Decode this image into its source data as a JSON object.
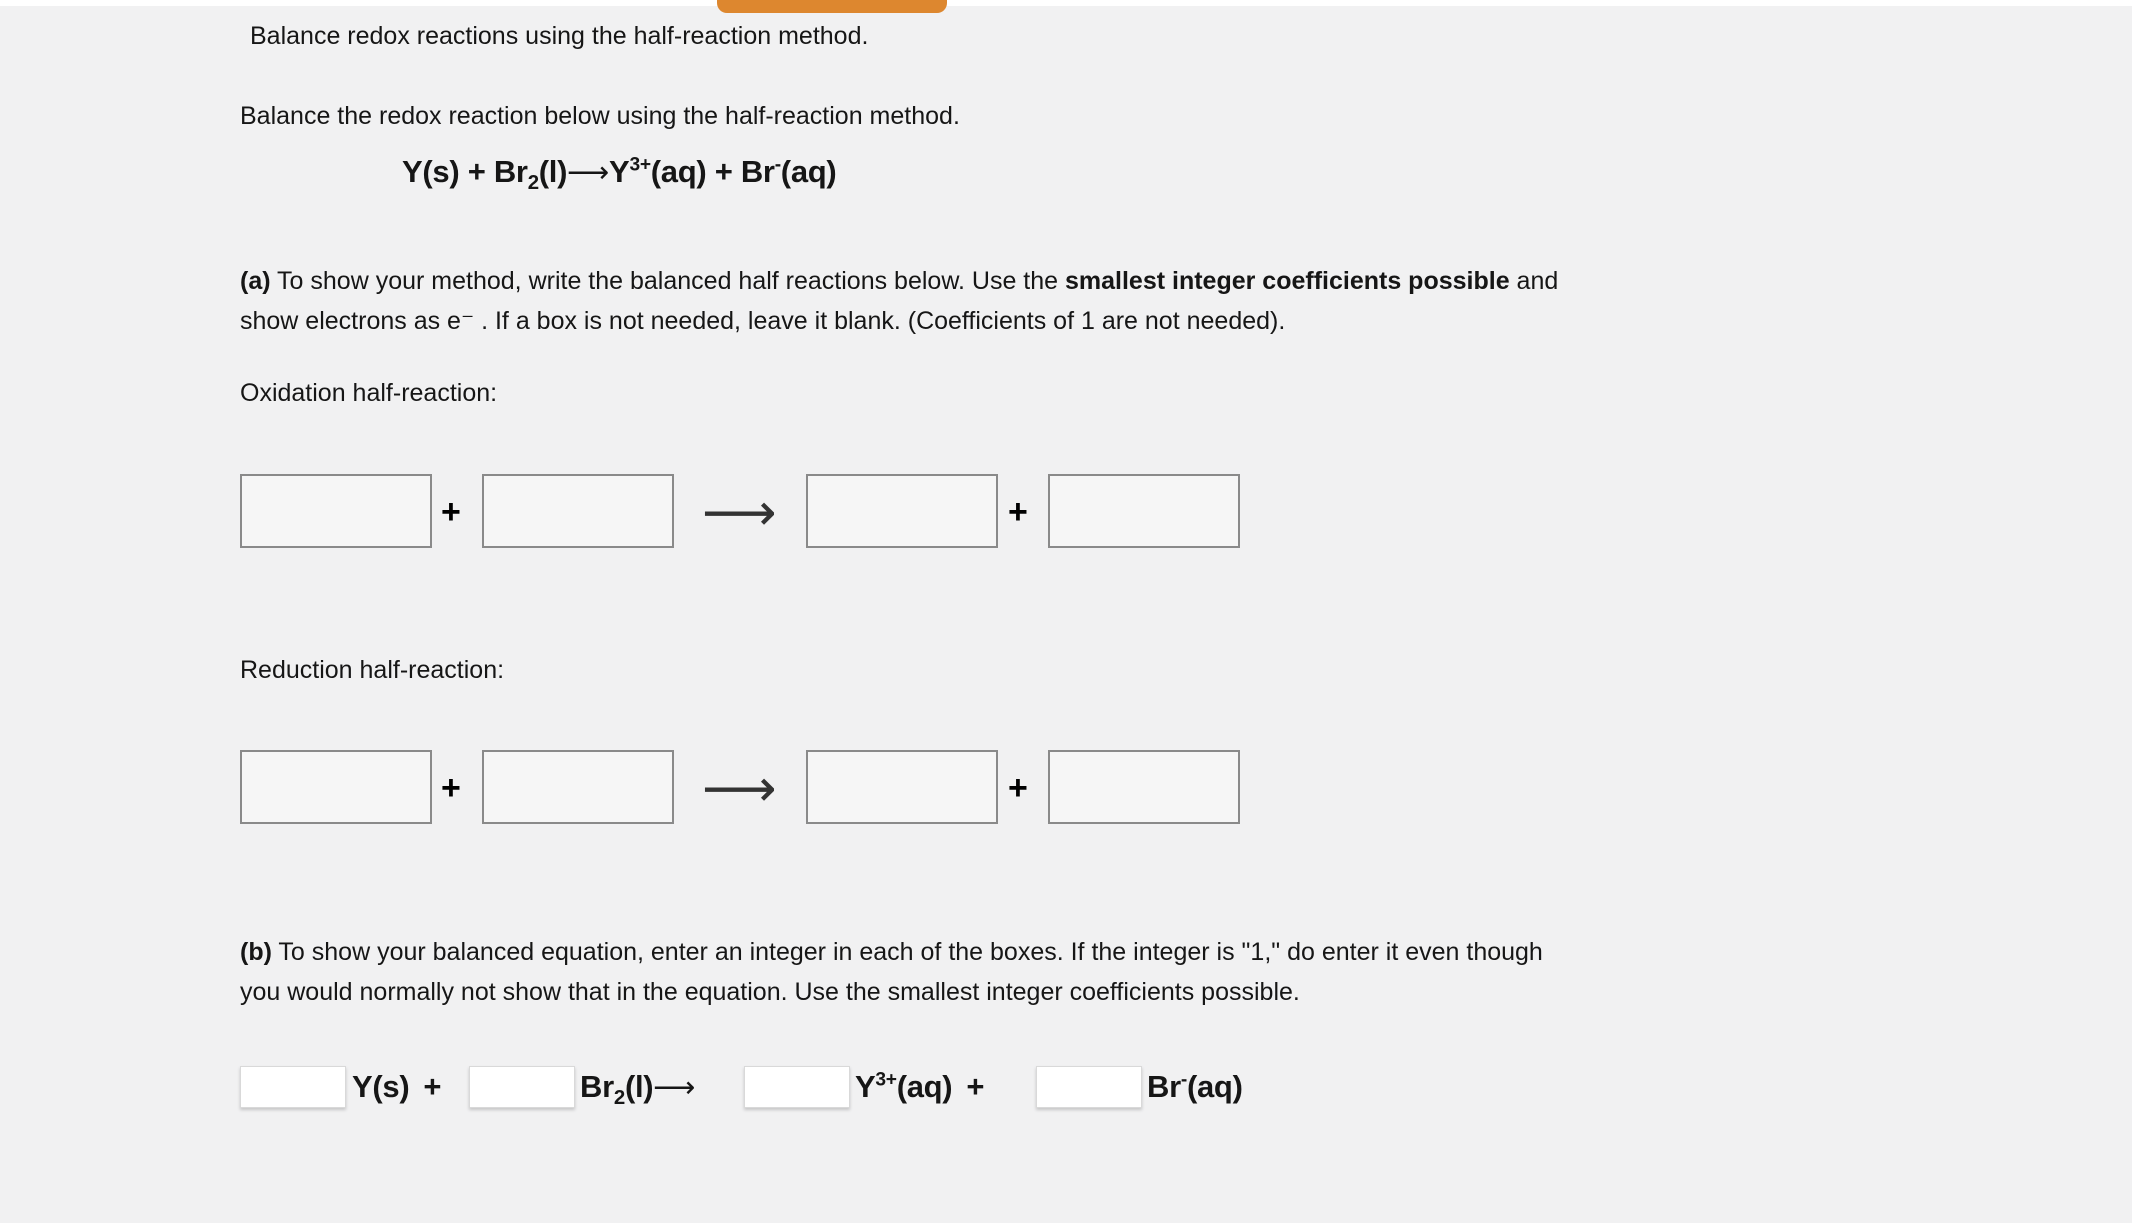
{
  "page": {
    "background_color": "#f1f1f2",
    "tab_color": "#dd872f"
  },
  "header": {
    "title": "Balance redox reactions using the half-reaction method."
  },
  "intro": {
    "text": "Balance the redox reaction below using the half-reaction method."
  },
  "formula": {
    "reactant1": "Y(s)",
    "plus": "+",
    "reactant2_base": "Br",
    "reactant2_sub": "2",
    "reactant2_state": "(l)",
    "arrow": "⟶",
    "product1_base": "Y",
    "product1_sup": "3+",
    "product1_state": "(aq)",
    "product2_base": "Br",
    "product2_sup": "-",
    "product2_state": "(aq)"
  },
  "section_a": {
    "label": "(a)",
    "text_before_bold": " To show your method, write the balanced half reactions below. Use the ",
    "bold_text": "smallest integer coefficients possible",
    "text_after_bold": " and",
    "line_2": "show electrons as e⁻ . If a box is not needed, leave it blank. (Coefficients of 1 are not needed).",
    "oxidation_label": "Oxidation half-reaction:",
    "reduction_label": "Reduction half-reaction:"
  },
  "section_b": {
    "label": "(b)",
    "line_1": " To show your balanced equation, enter an integer in each of the boxes. If the integer is \"1,\" do enter it even though",
    "line_2": "you would normally not show that in the equation. Use the smallest integer coefficients possible."
  },
  "symbols": {
    "plus": "+",
    "arrow": "⟶"
  },
  "inputs": {
    "value": "",
    "placeholder": ""
  }
}
